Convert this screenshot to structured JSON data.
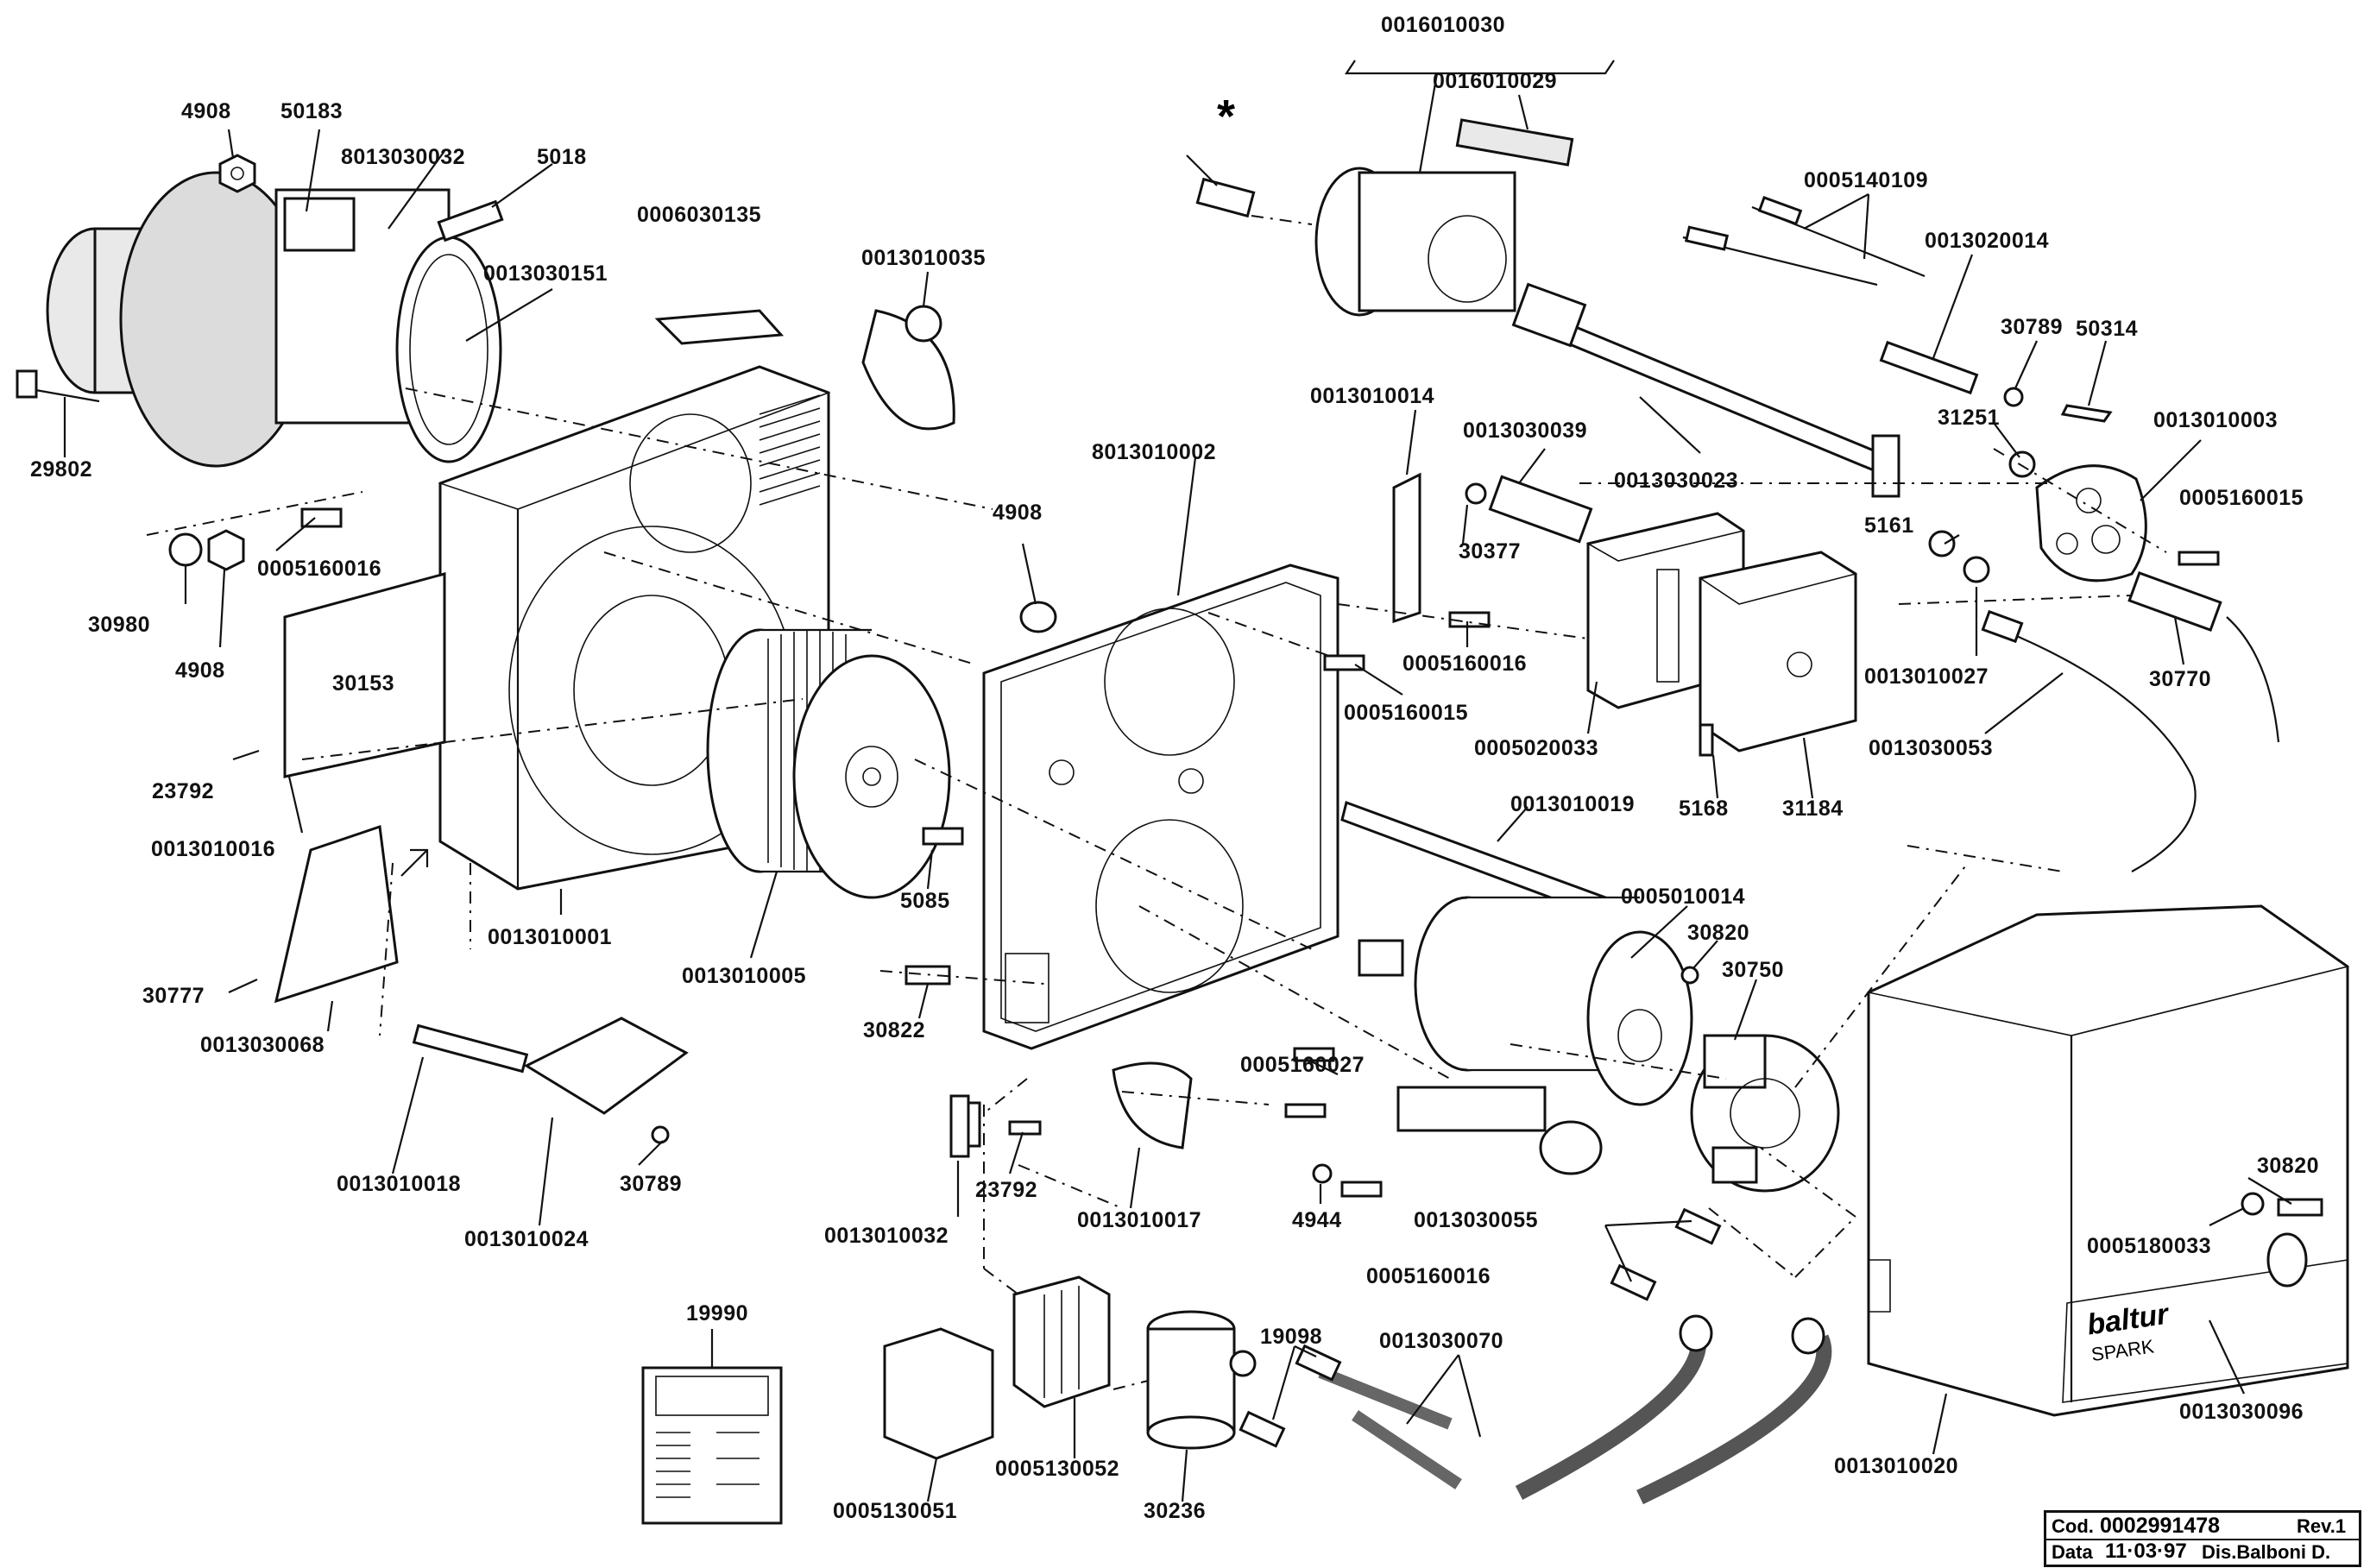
{
  "labels": {
    "l_0016010030": "0016010030",
    "l_0016010029": "0016010029",
    "l_4908_a": "4908",
    "l_50183": "50183",
    "l_8013030032": "8013030032",
    "l_5018": "5018",
    "l_0006030135": "0006030135",
    "l_0013030151": "0013030151",
    "l_0013010035": "0013010035",
    "l_0005140109": "0005140109",
    "l_0013020014": "0013020014",
    "l_30789_a": "30789",
    "l_50314": "50314",
    "l_29802": "29802",
    "l_0013010014": "0013010014",
    "l_0013030039": "0013030039",
    "l_0013030023": "0013030023",
    "l_31251": "31251",
    "l_0013010003": "0013010003",
    "l_8013010002": "8013010002",
    "l_4908_b": "4908",
    "l_0005160016_a": "0005160016",
    "l_30980": "30980",
    "l_4908_c": "4908",
    "l_30377": "30377",
    "l_5161": "5161",
    "l_0005160015_a": "0005160015",
    "l_30153": "30153",
    "l_0005160016_b": "0005160016",
    "l_0013010027": "0013010027",
    "l_30770": "30770",
    "l_0005160015_b": "0005160015",
    "l_0005020033": "0005020033",
    "l_0013030053": "0013030053",
    "l_23792_a": "23792",
    "l_0013010016": "0013010016",
    "l_0013010019": "0013010019",
    "l_5168": "5168",
    "l_31184": "31184",
    "l_5085": "5085",
    "l_0005010014": "0005010014",
    "l_0013010001": "0013010001",
    "l_30820_a": "30820",
    "l_0013010005": "0013010005",
    "l_30750": "30750",
    "l_30777": "30777",
    "l_30822": "30822",
    "l_0013030068": "0013030068",
    "l_0005160027": "0005160027",
    "l_0013010018": "0013010018",
    "l_30789_b": "30789",
    "l_23792_b": "23792",
    "l_0013010017": "0013010017",
    "l_4944": "4944",
    "l_0013030055": "0013030055",
    "l_30820_b": "30820",
    "l_0013010024": "0013010024",
    "l_0013010032": "0013010032",
    "l_0005160016_c": "0005160016",
    "l_0005180033": "0005180033",
    "l_19990": "19990",
    "l_19098": "19098",
    "l_0013030070": "0013030070",
    "l_0013030096": "0013030096",
    "l_0005130052": "0005130052",
    "l_0013010020": "0013010020",
    "l_0005130051": "0005130051",
    "l_30236": "30236"
  },
  "star_mark": "*",
  "brand_plate": {
    "brand": "baltur",
    "model": "SPARK"
  },
  "title_block": {
    "cod_label": "Cod.",
    "cod_value": "0002991478",
    "rev": "Rev.1",
    "data_label": "Data",
    "data_value": "11·03·97",
    "dis": "Dis.Balboni D."
  }
}
